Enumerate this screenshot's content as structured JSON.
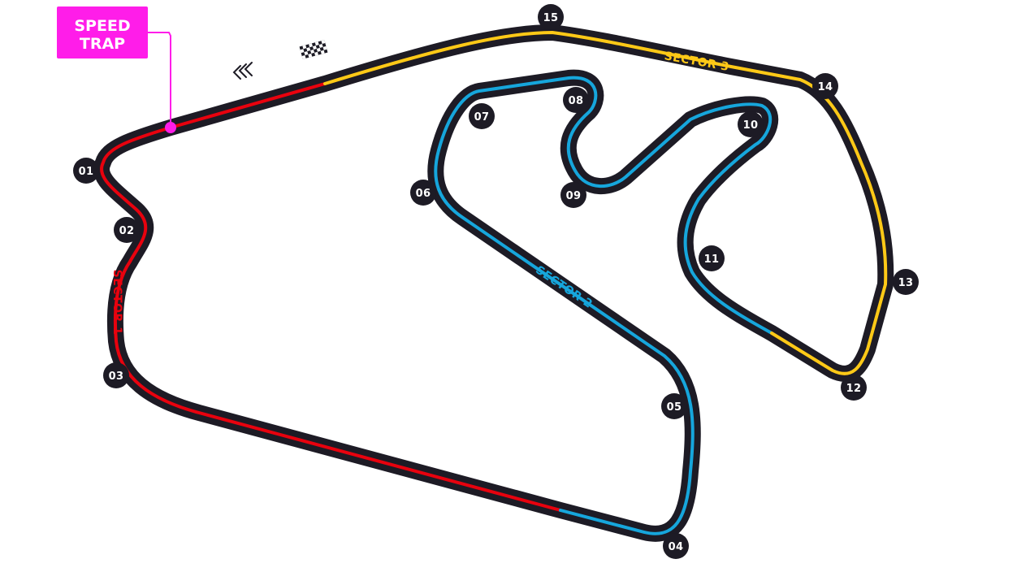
{
  "speed_trap": {
    "label_line1": "SPEED",
    "label_line2": "TRAP",
    "color": "#ff1de9"
  },
  "colors": {
    "track": "#1d1b25",
    "sector1": "#e8020e",
    "sector2": "#16a6dc",
    "sector3": "#ffc917",
    "badge": "#1d1b25"
  },
  "sectors": [
    {
      "label": "SECTOR 1",
      "color": "#e8020e"
    },
    {
      "label": "SECTOR 2",
      "color": "#16a6dc"
    },
    {
      "label": "SECTOR 3",
      "color": "#ffc917"
    }
  ],
  "turns": [
    "01",
    "02",
    "03",
    "04",
    "05",
    "06",
    "07",
    "08",
    "09",
    "10",
    "11",
    "12",
    "13",
    "14",
    "15"
  ],
  "icons": {
    "start_finish": "checkered-flag-icon",
    "direction": "direction-chevrons-icon"
  }
}
